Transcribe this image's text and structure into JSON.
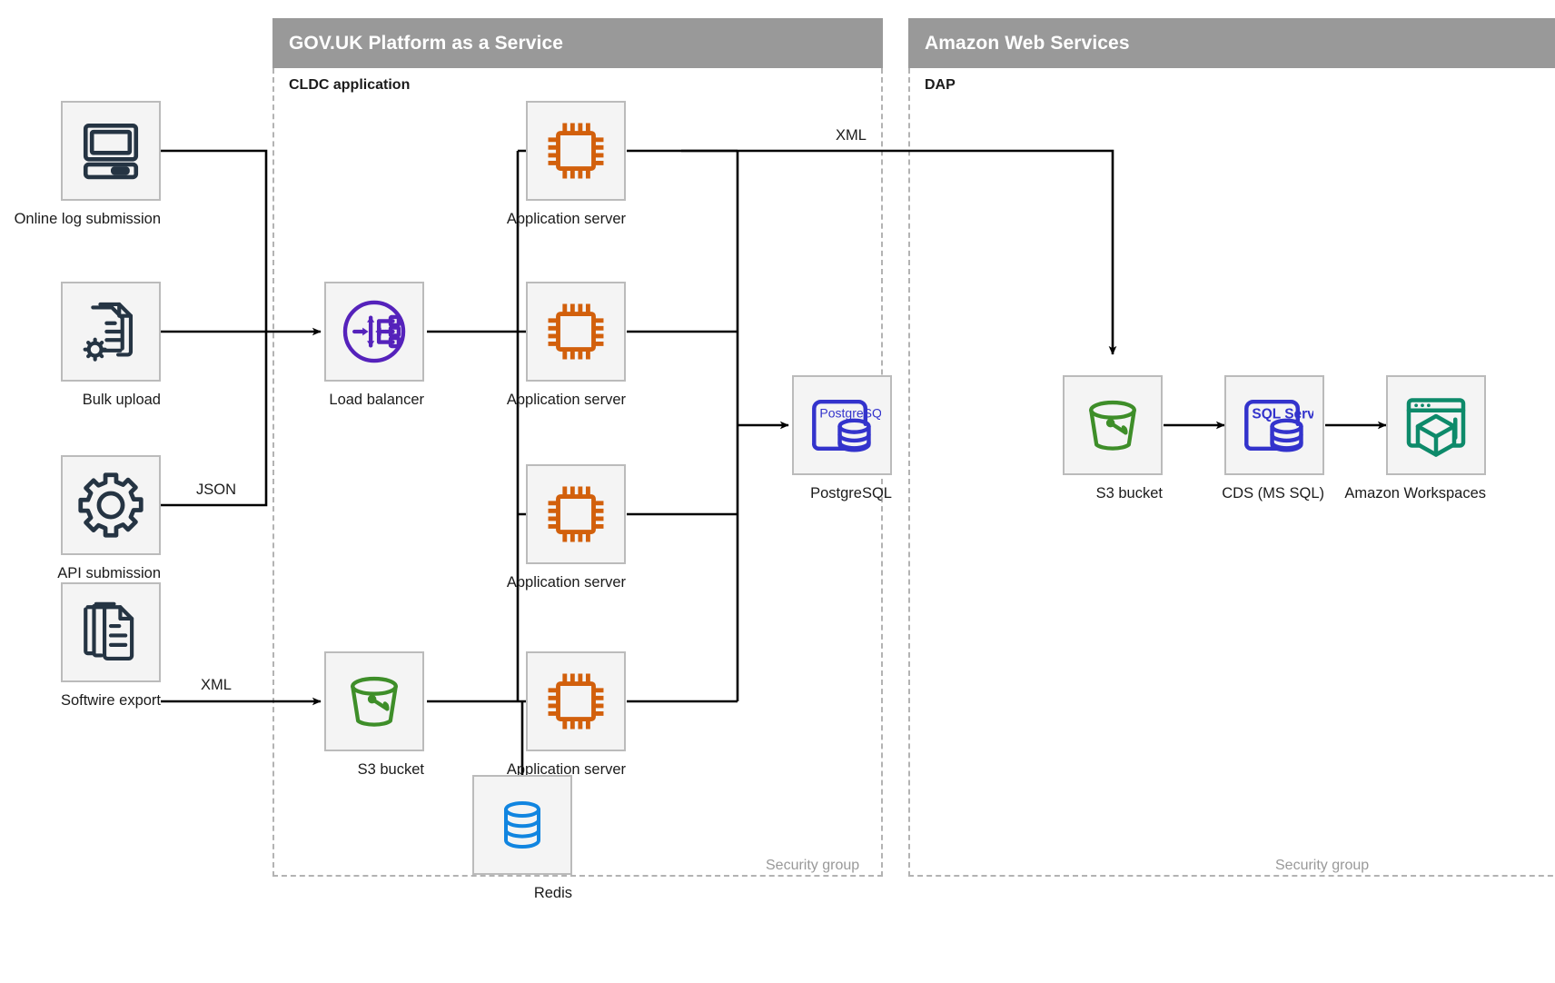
{
  "groups": [
    {
      "id": "paas",
      "title": "GOV.UK Platform as a Service",
      "sub_label": "CLDC application",
      "security_label": "Security group"
    },
    {
      "id": "aws",
      "title": "Amazon Web Services",
      "sub_label": "DAP",
      "security_label": "Security group"
    }
  ],
  "nodes": {
    "online_log_submission": {
      "label": "Online log submission",
      "icon": "desktop-computer-icon",
      "color": "#253443"
    },
    "bulk_upload": {
      "label": "Bulk upload",
      "icon": "document-gear-icon",
      "color": "#253443"
    },
    "api_submission": {
      "label": "API submission",
      "icon": "gear-icon",
      "color": "#253443"
    },
    "softwire_export": {
      "label": "Softwire export",
      "icon": "document-stack-icon",
      "color": "#253443"
    },
    "load_balancer": {
      "label": "Load balancer",
      "icon": "load-balancer-icon",
      "color": "#5522BB"
    },
    "app_server_1": {
      "label": "Application server",
      "icon": "cpu-chip-icon",
      "color": "#D2600C"
    },
    "app_server_2": {
      "label": "Application server",
      "icon": "cpu-chip-icon",
      "color": "#D2600C"
    },
    "app_server_3": {
      "label": "Application server",
      "icon": "cpu-chip-icon",
      "color": "#D2600C"
    },
    "app_server_4": {
      "label": "Application server",
      "icon": "cpu-chip-icon",
      "color": "#D2600C"
    },
    "postgresql": {
      "label": "PostgreSQL",
      "icon": "postgresql-icon",
      "badge": "PostgreSQL",
      "color": "#3333CC"
    },
    "paas_s3_bucket": {
      "label": "S3 bucket",
      "icon": "s3-bucket-icon",
      "color": "#3E8E29"
    },
    "redis": {
      "label": "Redis",
      "icon": "database-cylinder-icon",
      "color": "#1185E0"
    },
    "aws_s3_bucket": {
      "label": "S3 bucket",
      "icon": "s3-bucket-icon",
      "color": "#3E8E29"
    },
    "cds_ms_sql": {
      "label": "CDS (MS SQL)",
      "icon": "sql-server-icon",
      "badge": "SQL Server",
      "color": "#3333CC"
    },
    "amazon_workspaces": {
      "label": "Amazon Workspaces",
      "icon": "workspaces-cube-icon",
      "color": "#0D8A6A"
    }
  },
  "edge_labels": {
    "api_json": "JSON",
    "softwire_xml": "XML",
    "appserver_to_s3_xml": "XML"
  }
}
